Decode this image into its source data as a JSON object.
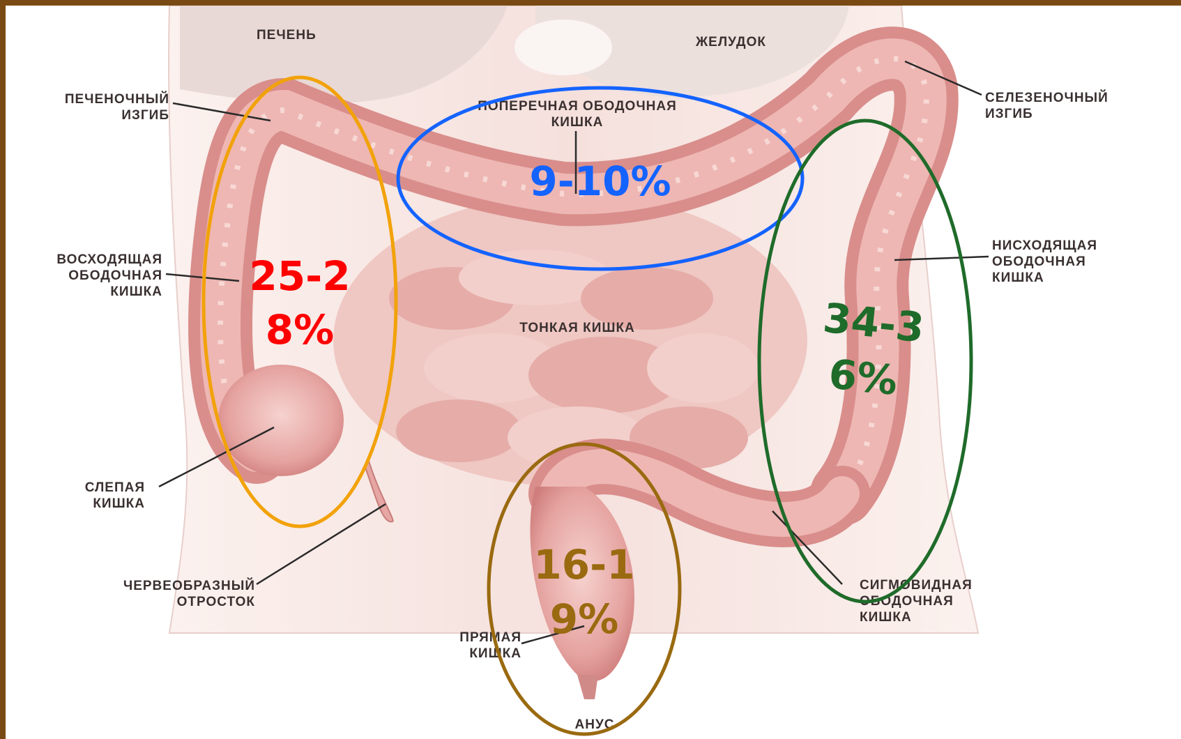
{
  "colors": {
    "frame": "#7a4a14",
    "orange": "#f2a20a",
    "blue": "#1463ff",
    "green": "#1f6b2a",
    "brown": "#9a6a10",
    "red": "#ff0000",
    "tissue": "#e8a9a6"
  },
  "labels": {
    "liver": "ПЕЧЕНЬ",
    "stomach": "ЖЕЛУДОК",
    "hepatic_flexure_1": "ПЕЧЕНОЧНЫЙ",
    "hepatic_flexure_2": "ИЗГИБ",
    "transverse_colon_1": "ПОПЕРЕЧНАЯ ОБОДОЧНАЯ",
    "transverse_colon_2": "КИШКА",
    "splenic_flexure_1": "СЕЛЕЗЕНОЧНЫЙ",
    "splenic_flexure_2": "ИЗГИБ",
    "ascending_colon_1": "ВОСХОДЯЩАЯ",
    "ascending_colon_2": "ОБОДОЧНАЯ",
    "ascending_colon_3": "КИШКА",
    "descending_colon_1": "НИСХОДЯЩАЯ",
    "descending_colon_2": "ОБОДОЧНАЯ",
    "descending_colon_3": "КИШКА",
    "small_intestine": "ТОНКАЯ КИШКА",
    "cecum_1": "СЛЕПАЯ",
    "cecum_2": "КИШКА",
    "appendix_1": "ЧЕРВЕОБРАЗНЫЙ",
    "appendix_2": "ОТРОСТОК",
    "sigmoid_1": "СИГМОВИДНАЯ",
    "sigmoid_2": "ОБОДОЧНАЯ",
    "sigmoid_3": "КИШКА",
    "rectum_1": "ПРЯМАЯ",
    "rectum_2": "КИШКА",
    "anus": "АНУС"
  },
  "regions": {
    "right_colon": {
      "line1": "25-2",
      "line2": "8%"
    },
    "transverse": {
      "line1": "9-10%"
    },
    "left_colon": {
      "line1": "34-3",
      "line2": "6%"
    },
    "rectum": {
      "line1": "16-1",
      "line2": "9%"
    }
  }
}
